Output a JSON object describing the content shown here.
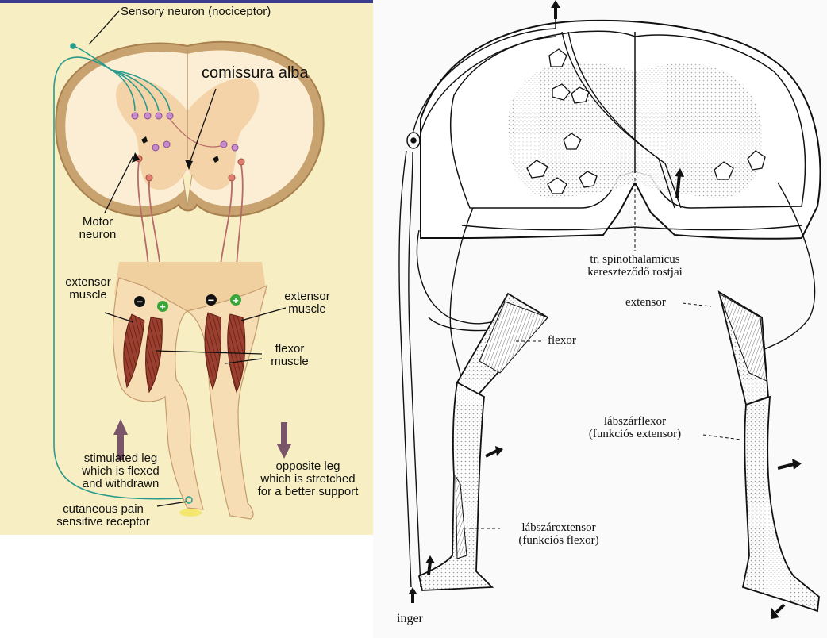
{
  "left_panel": {
    "labels": {
      "sensory_neuron": "Sensory neuron (nociceptor)",
      "comissura_alba": "comissura alba",
      "motor_neuron": "Motor\nneuron",
      "extensor_left": "extensor\nmuscle",
      "extensor_right": "extensor\nmuscle",
      "flexor": "flexor\nmuscle",
      "stimulated_leg": "stimulated leg\nwhich is flexed\nand withdrawn",
      "opposite_leg": "opposite leg\nwhich is stretched\nfor a better support",
      "receptor": "cutaneous pain\nsensitive receptor"
    },
    "signs": {
      "minus": "−",
      "plus": "+"
    },
    "colors": {
      "background": "#f7efc3",
      "cord_outer": "#c7a06f",
      "grey_matter": "#f2cfa2",
      "skin": "#f6ddb4",
      "muscle": "#8e3b2c",
      "nerve": "#b86a6a",
      "sensory": "#2a9b8b",
      "arrow": "#7a5468",
      "plus_sign": "#3aa63a",
      "frame": "#3b3b8f"
    }
  },
  "right_panel": {
    "labels": {
      "spinothalamicus": "tr. spinothalamicus\nkereszteződő rostjai",
      "extensor": "extensor",
      "flexor": "flexor",
      "labszarflexor": "lábszárflexor\n(funkciós extensor)",
      "labszarextensor": "lábszárextensor\n(funkciós flexor)",
      "inger": "inger"
    },
    "colors": {
      "ink": "#111111",
      "paper": "#fafafa",
      "stipple": "#bdbdbd"
    }
  }
}
